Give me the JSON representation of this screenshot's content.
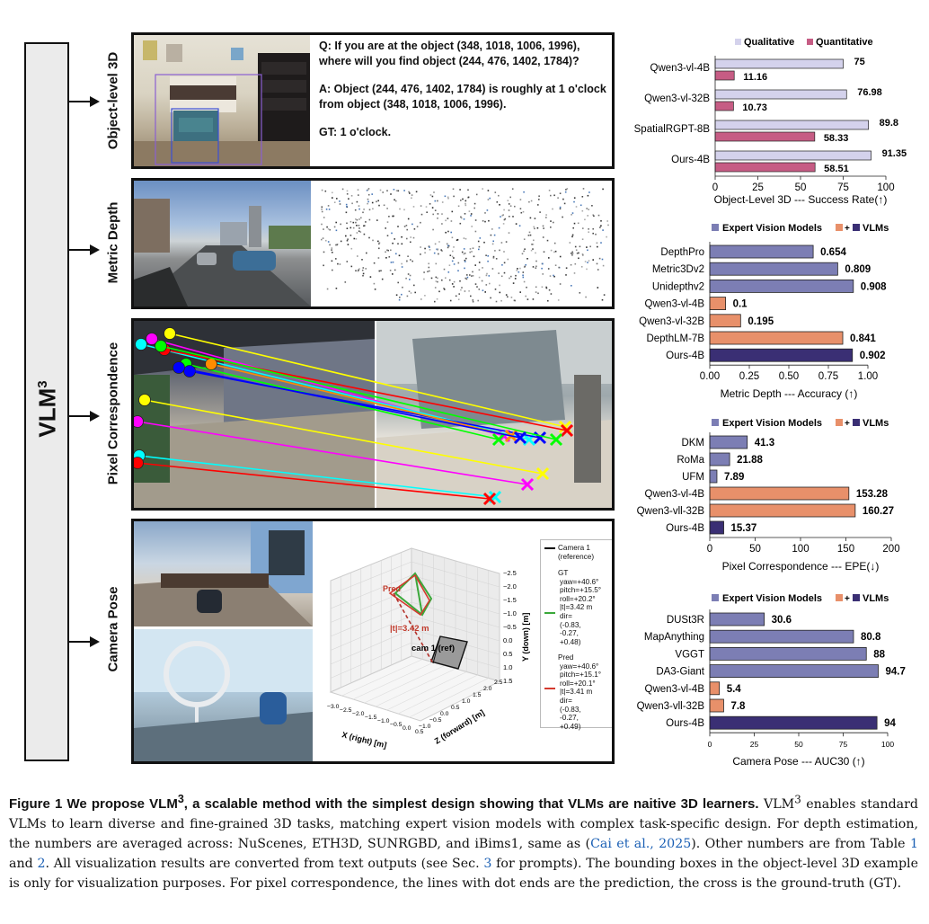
{
  "vlm": {
    "name": "VLM",
    "sup": "3"
  },
  "rows": {
    "object": "Object-level 3D",
    "depth": "Metric Depth",
    "pixel": "Pixel Correspondence",
    "pose": "Camera Pose"
  },
  "qa": {
    "q": "Q: If you are at the object (348, 1018, 1006, 1996), where will you find object (244, 476, 1402, 1784)?",
    "a": "A: Object (244, 476, 1402, 1784) is roughly at 1 o'clock from object (348, 1018, 1006, 1996).",
    "gt": "GT: 1 o'clock."
  },
  "pose_plot": {
    "legend_camera1": "Camera 1 (reference)",
    "gt_block": [
      "GT",
      "yaw=+40.6°",
      "pitch=+15.5°",
      "roll=+20.2°",
      "|t|=3.42 m",
      "dir=",
      "(-0.83,",
      "-0.27,",
      "+0.48)"
    ],
    "pred_block": [
      "Pred",
      "yaw=+40.6°",
      "pitch=+15.1°",
      "roll=+20.1°",
      "|t|=3.41 m",
      "dir=",
      "(-0.83,",
      "-0.27,",
      "+0.49)"
    ],
    "label_pred": "Pred",
    "label_t": "|t|=3.42 m",
    "label_cam": "cam 1 (ref)",
    "xlabel": "X (right) [m]",
    "zlabel": "Z (forward) [m]",
    "ylabel": "Y (down) [m]",
    "x_ticks": [
      "−3.0",
      "−2.5",
      "−2.0",
      "−1.5",
      "−1.0",
      "−0.5",
      "0.0",
      "0.5"
    ],
    "z_ticks": [
      "−1.0",
      "−0.5",
      "0.0",
      "0.5",
      "1.0",
      "1.5",
      "2.0",
      "2.5"
    ],
    "y_ticks": [
      "−2.5",
      "−2.0",
      "−1.5",
      "−1.0",
      "−0.5",
      "0.0",
      "0.5",
      "1.0",
      "1.5"
    ]
  },
  "colors": {
    "qualitative": "#d4d2ec",
    "quantitative": "#c65c84",
    "expert": "#7c7eb4",
    "vlm_orange": "#e8906a",
    "vlm_dark": "#3a2f74",
    "corr_lines": [
      "#ffff00",
      "#ff00ff",
      "#00ffff",
      "#ff0000",
      "#00ff00",
      "#0000ff",
      "#ff8c00"
    ]
  },
  "chart_data": [
    {
      "type": "bar",
      "title": "",
      "xlabel": "Object-Level 3D --- Success Rate(↑)",
      "legend": [
        "Qualitative",
        "Quantitative"
      ],
      "categories": [
        "Qwen3-vl-4B",
        "Qwen3-vl-32B",
        "SpatialRGPT-8B",
        "Ours-4B"
      ],
      "series": [
        {
          "name": "Qualitative",
          "values": [
            75,
            76.98,
            89.8,
            91.35
          ]
        },
        {
          "name": "Quantitative",
          "values": [
            11.16,
            10.73,
            58.33,
            58.51
          ]
        }
      ],
      "xlim": [
        0,
        100
      ],
      "ticks": [
        "0",
        "25",
        "50",
        "75",
        "100"
      ]
    },
    {
      "type": "bar",
      "xlabel": "Metric Depth --- Accuracy (↑)",
      "legend": [
        "Expert Vision Models",
        "+",
        "VLMs"
      ],
      "categories": [
        "DepthPro",
        "Metric3Dv2",
        "Unidepthv2",
        "Qwen3-vl-4B",
        "Qwen3-vl-32B",
        "DepthLM-7B",
        "Ours-4B"
      ],
      "values": [
        0.654,
        0.809,
        0.908,
        0.1,
        0.195,
        0.841,
        0.902
      ],
      "labels": [
        "0.654",
        "0.809",
        "0.908",
        "0.1",
        "0.195",
        "0.841",
        "0.902"
      ],
      "groups": [
        "expert",
        "expert",
        "expert",
        "orange",
        "orange",
        "orange",
        "dark"
      ],
      "xlim": [
        0,
        1
      ],
      "ticks": [
        "0.00",
        "0.25",
        "0.50",
        "0.75",
        "1.00"
      ]
    },
    {
      "type": "bar",
      "xlabel": "Pixel Correspondence --- EPE(↓)",
      "legend": [
        "Expert Vision Models",
        "+",
        "VLMs"
      ],
      "categories": [
        "DKM",
        "RoMa",
        "UFM",
        "Qwen3-vl-4B",
        "Qwen3-vll-32B",
        "Ours-4B"
      ],
      "values": [
        41.3,
        21.88,
        7.89,
        153.28,
        160.27,
        15.37
      ],
      "labels": [
        "41.3",
        "21.88",
        "7.89",
        "153.28",
        "160.27",
        "15.37"
      ],
      "groups": [
        "expert",
        "expert",
        "expert",
        "orange",
        "orange",
        "dark"
      ],
      "xlim": [
        0,
        200
      ],
      "ticks": [
        "0",
        "50",
        "100",
        "150",
        "200"
      ]
    },
    {
      "type": "bar",
      "xlabel": "Camera Pose --- AUC30 (↑)",
      "legend": [
        "Expert Vision Models",
        "+",
        "VLMs"
      ],
      "categories": [
        "DUSt3R",
        "MapAnything",
        "VGGT",
        "DA3-Giant",
        "Qwen3-vl-4B",
        "Qwen3-vll-32B",
        "Ours-4B"
      ],
      "values": [
        30.6,
        80.8,
        88,
        94.7,
        5.4,
        7.8,
        94
      ],
      "labels": [
        "30.6",
        "80.8",
        "88",
        "94.7",
        "5.4",
        "7.8",
        "94"
      ],
      "groups": [
        "expert",
        "expert",
        "expert",
        "expert",
        "orange",
        "orange",
        "dark"
      ],
      "xlim": [
        0,
        100
      ],
      "ticks": [
        "0",
        "25",
        "50",
        "75",
        "100"
      ]
    }
  ],
  "caption": {
    "lead_prefix": "Figure 1  We propose VLM",
    "lead_sup": "3",
    "lead_suffix": ", a scalable method with the simplest design showing that VLMs are naitive 3D learners.",
    "t_vlm": "VLM",
    "t_sup": "3",
    "t1": " enables standard VLMs to learn diverse and fine-grained 3D tasks, matching expert vision models with complex task-specific design. For depth estimation, the numbers are averaged across: NuScenes, ETH3D, SUNRGBD, and iBims1, same as (",
    "cite1": "Cai et al., 2025",
    "t2": "). Other numbers are from Table ",
    "cite2": "1",
    "t3": " and ",
    "cite3": "2",
    "t4": ". All visualization results are converted from text outputs (see Sec. ",
    "cite4": "3",
    "t5": " for prompts). The bounding boxes in the object-level 3D example is only for visualization purposes. For pixel correspondence, the lines with dot ends are the prediction, the cross is the ground-truth (GT)."
  }
}
